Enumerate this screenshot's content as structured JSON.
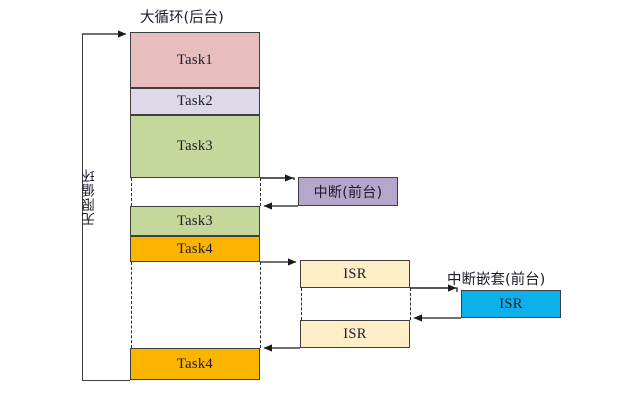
{
  "diagram": {
    "title_background_loop": "大循环(后台)",
    "label_infinite_loop": "无限循环",
    "label_interrupt_foreground": "中断(前台)",
    "label_nested_interrupt_foreground": "中断嵌套(前台)",
    "tasks": [
      {
        "id": "task1",
        "label": "Task1",
        "color": "#e8bdbd"
      },
      {
        "id": "task2",
        "label": "Task2",
        "color": "#ded9e8"
      },
      {
        "id": "task3a",
        "label": "Task3",
        "color": "#c5d89b"
      },
      {
        "id": "task3b",
        "label": "Task3",
        "color": "#c5d89b"
      },
      {
        "id": "task4a",
        "label": "Task4",
        "color": "#fbb400"
      },
      {
        "id": "task4b",
        "label": "Task4",
        "color": "#fbb400"
      }
    ],
    "interrupt": {
      "label": "中断(前台)",
      "color": "#b3a7cb"
    },
    "isr_boxes": [
      {
        "id": "isr-upper",
        "label": "ISR",
        "color": "#fdeec8"
      },
      {
        "id": "isr-lower",
        "label": "ISR",
        "color": "#fdeec8"
      }
    ],
    "nested_isr": {
      "label": "ISR",
      "color": "#0eb0ec"
    },
    "colors": {
      "task1": "#e8bdbd",
      "task2": "#ded9e8",
      "task3": "#c5d89b",
      "task4": "#fbb400",
      "interrupt": "#b3a7cb",
      "isr": "#fdeec8",
      "nested_isr": "#0eb0ec",
      "stroke": "#3f3f3f",
      "background": "#ffffff"
    }
  }
}
